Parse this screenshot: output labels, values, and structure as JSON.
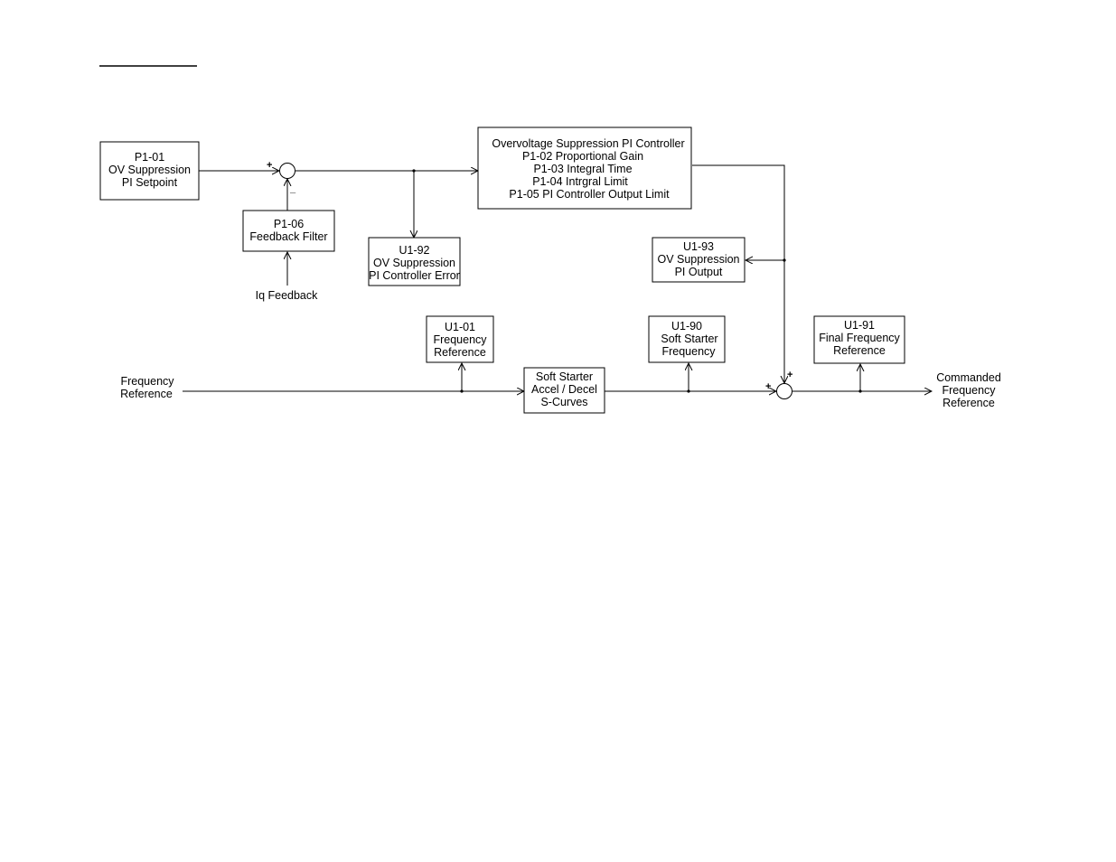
{
  "blocks": {
    "p1_01": [
      "P1-01",
      "OV Suppression",
      "PI Setpoint"
    ],
    "p1_06": [
      "P1-06",
      "Feedback Filter"
    ],
    "u1_92": [
      "U1-92",
      "OV Suppression",
      "PI Controller Error"
    ],
    "pi_controller": [
      "Overvoltage Suppression PI Controller",
      "P1-02 Proportional Gain",
      "P1-03 Integral Time",
      "P1-04 Intrgral Limit",
      "P1-05 PI Controller Output Limit"
    ],
    "u1_93": [
      "U1-93",
      "OV Suppression",
      "PI Output"
    ],
    "u1_01": [
      "U1-01",
      "Frequency",
      "Reference"
    ],
    "soft_starter": [
      "Soft Starter",
      "Accel / Decel",
      "S-Curves"
    ],
    "u1_90": [
      "U1-90",
      "Soft Starter",
      "Frequency"
    ],
    "u1_91": [
      "U1-91",
      "Final Frequency",
      "Reference"
    ]
  },
  "labels": {
    "iq_feedback": "Iq Feedback",
    "frequency_reference": [
      "Frequency",
      "Reference"
    ],
    "commanded_frequency_reference": [
      "Commanded",
      "Frequency",
      "Reference"
    ]
  },
  "signs": {
    "sum1_plus": "+",
    "sum1_minus": "_",
    "sum2_plus_left": "+",
    "sum2_plus_top": "+"
  }
}
